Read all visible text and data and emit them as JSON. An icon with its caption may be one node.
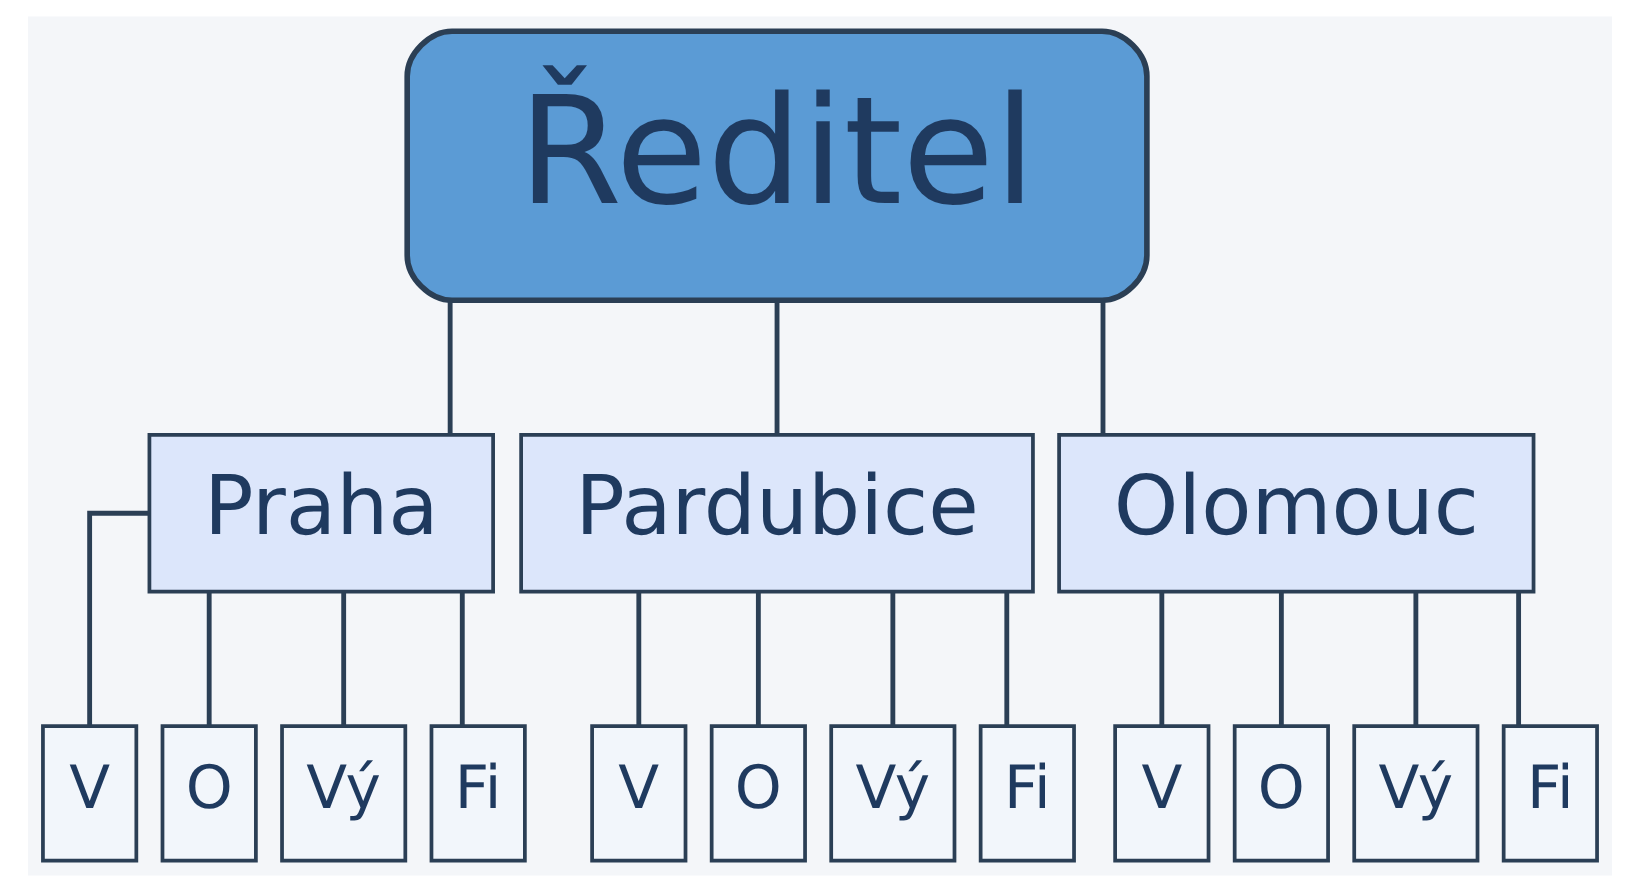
{
  "diagram": {
    "nodes": [
      {
        "text": [
          "Ředitel"
        ]
      },
      {
        "text": [
          "Praha"
        ]
      },
      {
        "text": [
          "Pardubice"
        ]
      },
      {
        "text": [
          "Olomouc"
        ]
      },
      {
        "text": [
          "V"
        ]
      },
      {
        "text": [
          "O"
        ]
      },
      {
        "text": [
          "Vý"
        ]
      },
      {
        "text": [
          "Fi"
        ]
      },
      {
        "text": [
          "V"
        ]
      },
      {
        "text": [
          "O"
        ]
      },
      {
        "text": [
          "Vý"
        ]
      },
      {
        "text": [
          "Fi"
        ]
      },
      {
        "text": [
          "V"
        ]
      },
      {
        "text": [
          "O"
        ]
      },
      {
        "text": [
          "Vý"
        ]
      },
      {
        "text": [
          "Fi"
        ]
      }
    ],
    "edges": [
      {
        "from": 0,
        "to": 1,
        "arrow": "none"
      },
      {
        "from": 0,
        "to": 2,
        "arrow": "none"
      },
      {
        "from": 0,
        "to": 3,
        "arrow": "none"
      },
      {
        "from": 1,
        "to": 4,
        "arrow": "none"
      },
      {
        "from": 1,
        "to": 5,
        "arrow": "none"
      },
      {
        "from": 1,
        "to": 6,
        "arrow": "none"
      },
      {
        "from": 1,
        "to": 7,
        "arrow": "none"
      },
      {
        "from": 2,
        "to": 8,
        "arrow": "none"
      },
      {
        "from": 2,
        "to": 9,
        "arrow": "none"
      },
      {
        "from": 2,
        "to": 10,
        "arrow": "none"
      },
      {
        "from": 2,
        "to": 11,
        "arrow": "none"
      },
      {
        "from": 3,
        "to": 12,
        "arrow": "none"
      },
      {
        "from": 3,
        "to": 13,
        "arrow": "none"
      },
      {
        "from": 3,
        "to": 14,
        "arrow": "none"
      },
      {
        "from": 3,
        "to": 15,
        "arrow": "none"
      }
    ]
  }
}
